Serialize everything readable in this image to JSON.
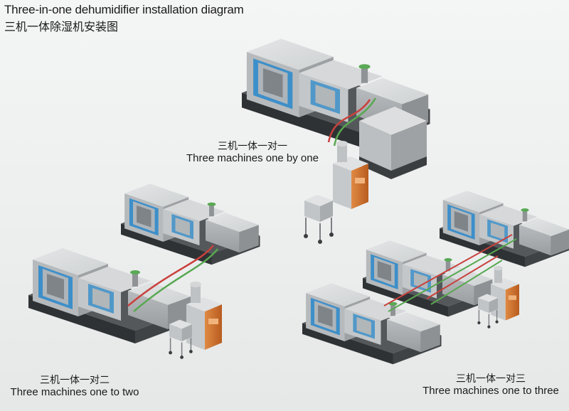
{
  "header": {
    "title_en": "Three-in-one dehumidifier installation diagram",
    "title_zh": "三机一体除湿机安装图"
  },
  "configs": [
    {
      "id": "one",
      "zh": "三机一体一对一",
      "en": "Three machines one by one"
    },
    {
      "id": "two",
      "zh": "三机一体一对二",
      "en": "Three machines one to two"
    },
    {
      "id": "three",
      "zh": "三机一体一对三",
      "en": "Three machines one to three"
    }
  ],
  "colors": {
    "machine_body": "#c9cbcc",
    "machine_top": "#dcdedf",
    "machine_dark": "#8d9092",
    "machine_panel": "#3d8fc9",
    "machine_base": "#3b3e40",
    "dryer_orange": "#d6722b",
    "pipe_red": "#c9413d",
    "pipe_green": "#58a851"
  }
}
